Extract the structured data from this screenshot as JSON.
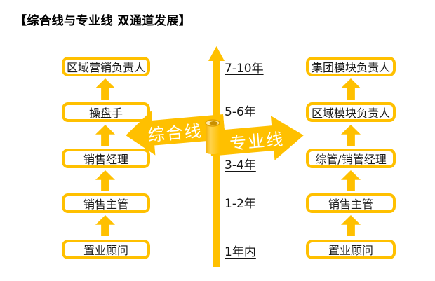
{
  "title": "【综合线与专业线 双通道发展】",
  "colors": {
    "accent": "#FFC000",
    "ink": "#1A1A1A",
    "background": "#FFFFFF",
    "arrow_label": "#FFFFFF"
  },
  "timeline": {
    "labels": [
      "7-10年",
      "5-6年",
      "3-4年",
      "1-2年",
      "1年内"
    ]
  },
  "tracks": {
    "left": {
      "label": "综合线",
      "direction": "left",
      "levels": [
        "区域营销负责人",
        "操盘手",
        "销售经理",
        "销售主管",
        "置业顾问"
      ]
    },
    "right": {
      "label": "专业线",
      "direction": "right",
      "levels": [
        "集团模块负责人",
        "区域模块负责人",
        "综管/销管经理",
        "销售主管",
        "置业顾问"
      ]
    }
  }
}
